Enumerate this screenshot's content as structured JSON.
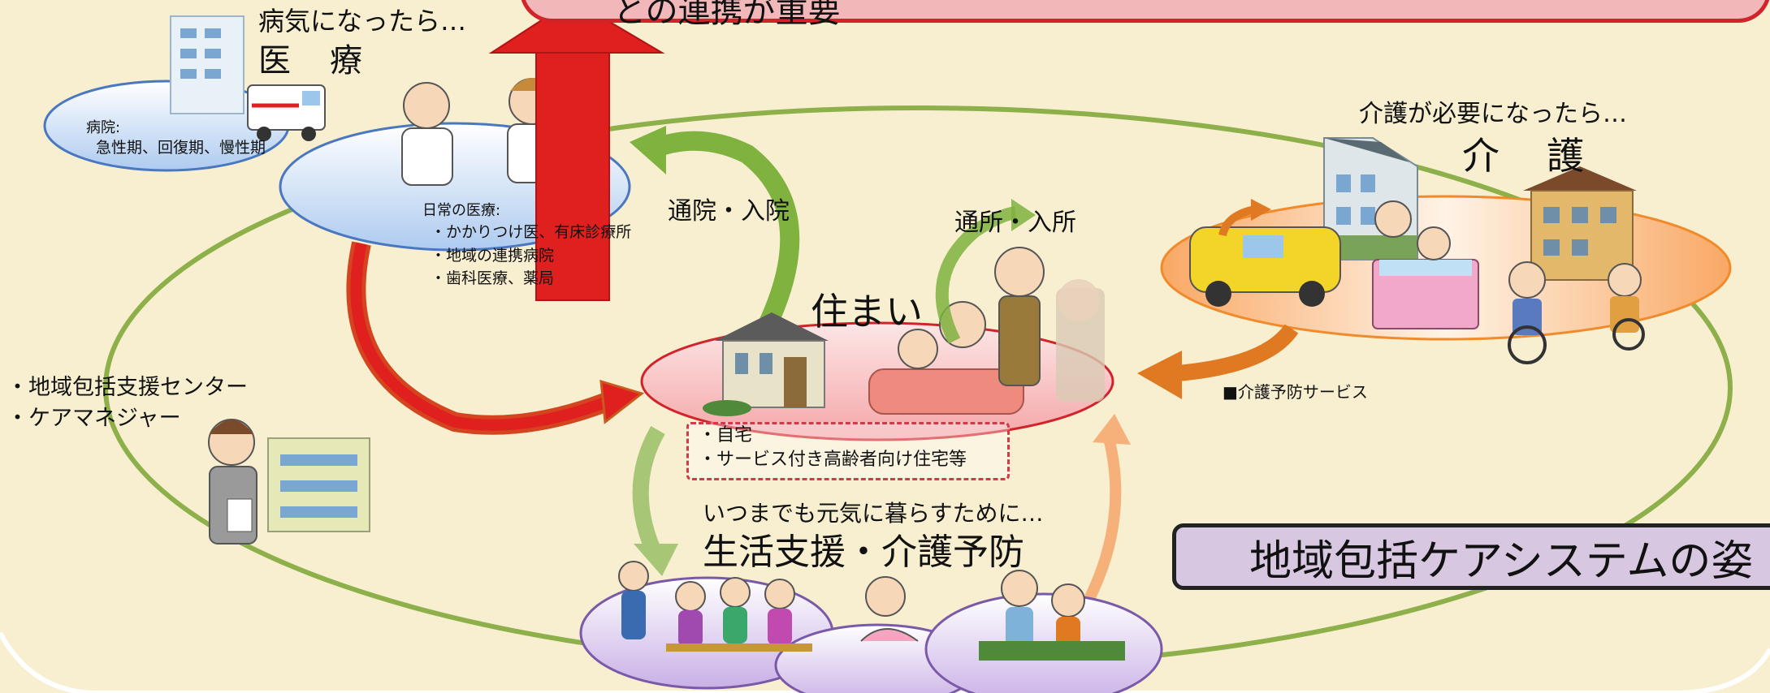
{
  "banner": {
    "text": "との連携が重要"
  },
  "medical": {
    "lead": "病気になったら…",
    "heading": "医　療",
    "hospital_label": "病院:",
    "hospital_types": "急性期、回復期、慢性期",
    "daily_label": "日常の医療:",
    "daily_items": [
      "・かかりつけ医、有床診療所",
      "・地域の連携病院",
      "・歯科医療、薬局"
    ]
  },
  "care": {
    "lead": "介護が必要になったら…",
    "heading": "介　護",
    "prevention_service": "■介護予防サービス"
  },
  "home": {
    "heading": "住まい",
    "items": [
      "・自宅",
      "・サービス付き高齢者向け住宅等"
    ]
  },
  "flows": {
    "hospital_visit": "通院・入院",
    "care_visit": "通所・入所"
  },
  "support": {
    "left_items": [
      "・地域包括支援センター",
      "・ケアマネジャー"
    ],
    "lead": "いつまでも元気に暮らすために…",
    "heading": "生活支援・介護予防"
  },
  "title": "地域包括ケアシステムの姿",
  "colors": {
    "background": "#f6ecc8",
    "big_ring": "#8db04a",
    "medical_bubble": "#cfe0f6",
    "care_bubble": "#f7b77a",
    "home_bubble": "#f7c8c8",
    "support_bubble": "#d9c7ec",
    "red_arrow": "#e01f1f",
    "green_arrow": "#7fb23f",
    "orange_arrow": "#e07a22",
    "title_box": "#d7c7e0"
  }
}
